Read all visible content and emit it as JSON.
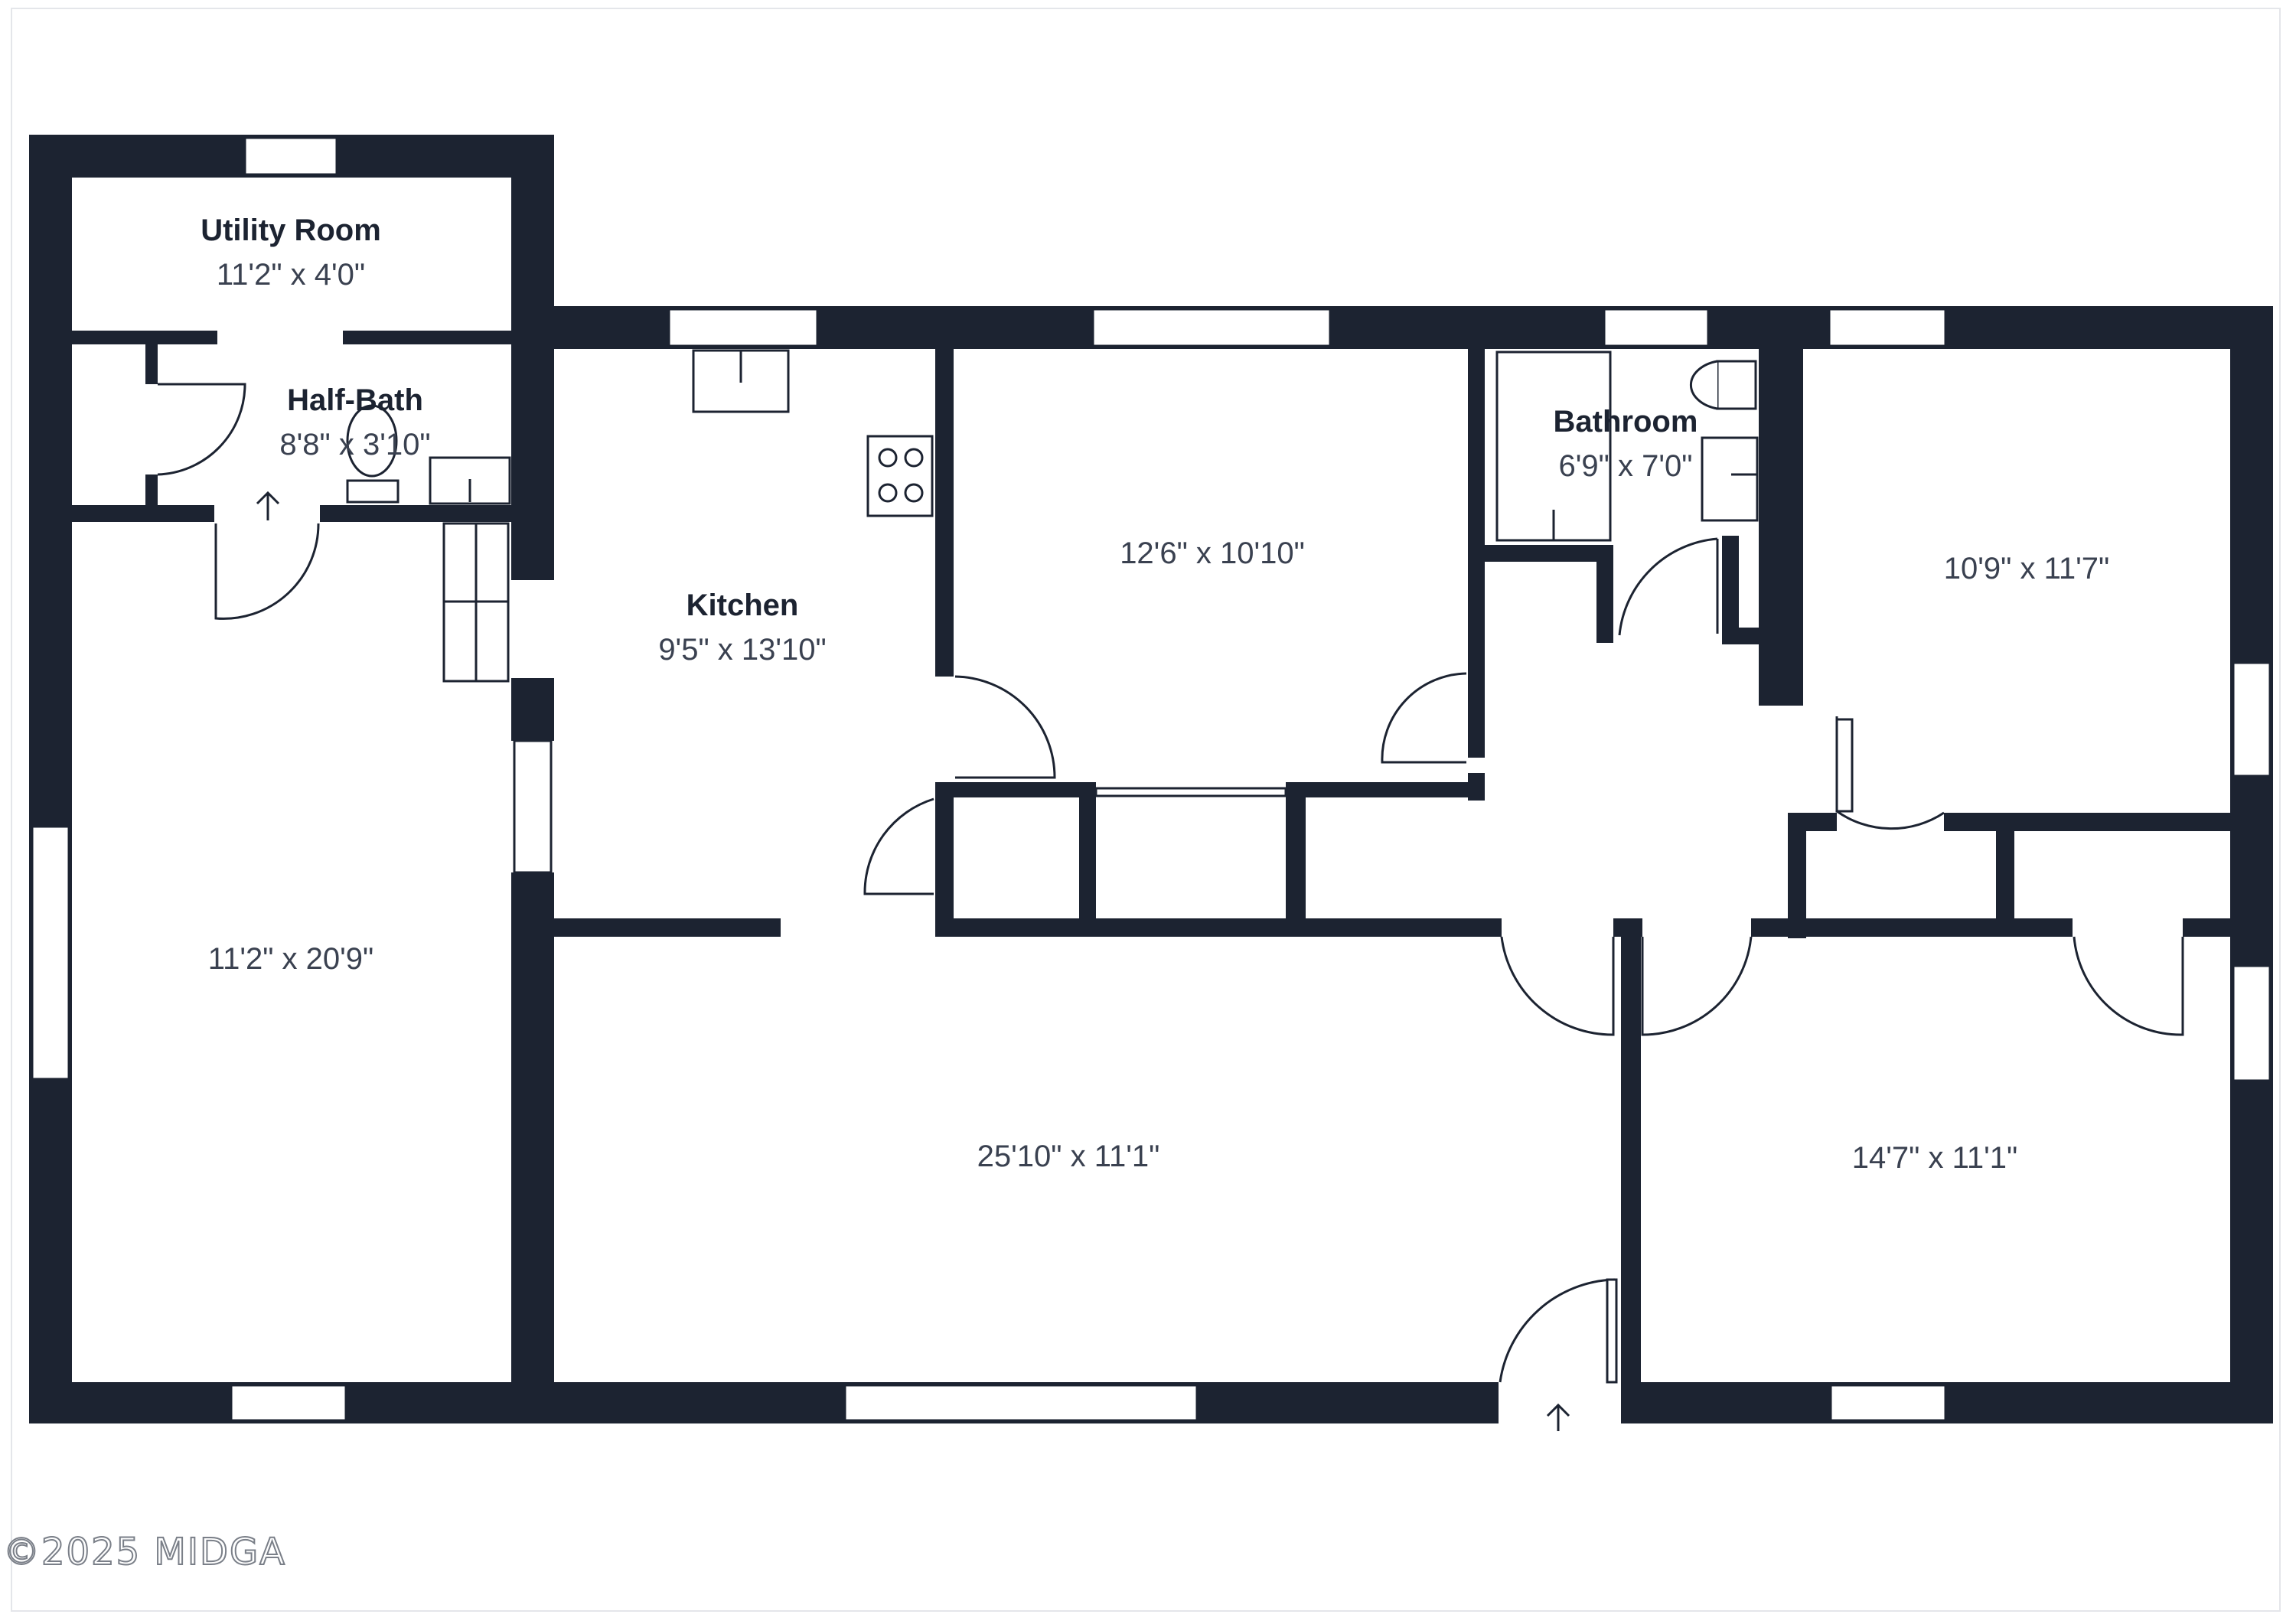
{
  "rooms": {
    "utility": {
      "name": "Utility Room",
      "dims": "11'2\" x 4'0\""
    },
    "half_bath": {
      "name": "Half-Bath",
      "dims": "8'8\" x 3'10\""
    },
    "kitchen": {
      "name": "Kitchen",
      "dims": "9'5\" x 13'10\""
    },
    "bathroom": {
      "name": "Bathroom",
      "dims": "6'9\" x 7'0\""
    },
    "bedroom_center": {
      "dims": "12'6\" x 10'10\""
    },
    "bedroom_right": {
      "dims": "10'9\" x 11'7\""
    },
    "left_room": {
      "dims": "11'2\" x 20'9\""
    },
    "living": {
      "dims": "25'10\" x 11'1\""
    },
    "bedroom_bottom_right": {
      "dims": "14'7\" x 11'1\""
    }
  },
  "copyright": "©2025 MIDGA",
  "colors": {
    "wall": "#1c2331",
    "background": "#ffffff",
    "text": "#1c2331"
  }
}
